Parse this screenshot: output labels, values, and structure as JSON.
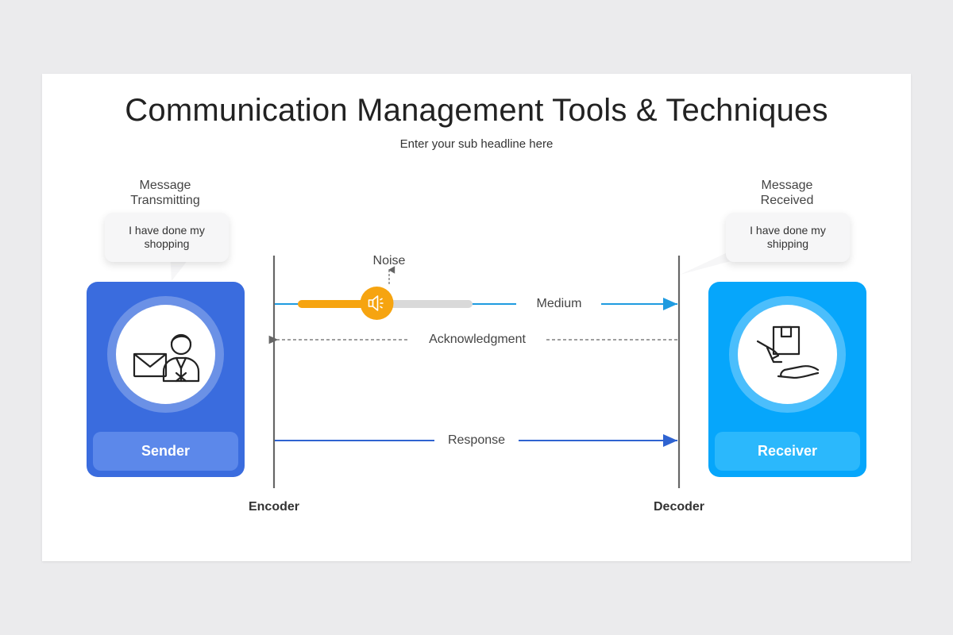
{
  "header": {
    "title": "Communication Management Tools & Techniques",
    "subtitle": "Enter your sub headline here"
  },
  "sender": {
    "caption": "Message Transmitting",
    "bubble_text": "I have done my shopping",
    "label": "Sender",
    "card_color": "#3a6cde",
    "icon": "envelope-person-icon"
  },
  "receiver": {
    "caption": "Message Received",
    "bubble_text": "I have done my shipping",
    "label": "Receiver",
    "card_color": "#06a6fb",
    "icon": "package-handover-icon"
  },
  "channel": {
    "noise_label": "Noise",
    "medium_label": "Medium",
    "acknowledgment_label": "Acknowledgment",
    "response_label": "Response",
    "encoder_label": "Encoder",
    "decoder_label": "Decoder",
    "noise_level": 0.45,
    "noise_color": "#f6a410",
    "medium_color": "#1f9be0",
    "response_color": "#2f63d1",
    "noise_icon": "speaker-icon"
  }
}
